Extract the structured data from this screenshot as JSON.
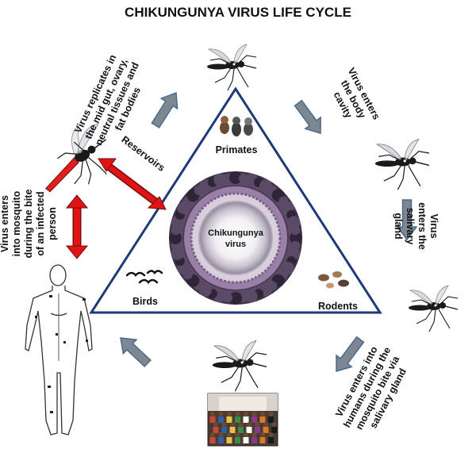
{
  "title": "CHIKUNGUNYA VIRUS LIFE CYCLE",
  "center": {
    "virus_line1": "Chikungunya",
    "virus_line2": "virus"
  },
  "triangle_labels": {
    "primates": "Primates",
    "birds": "Birds",
    "rodents": "Rodents"
  },
  "reservoirs": "Reservoirs",
  "steps": {
    "replicates": [
      "Virus replicates in",
      "the mid gut, ovary,",
      "neutral tissues and",
      "fat bodies"
    ],
    "body_cavity": [
      "Virus enters",
      "the body",
      "cavity"
    ],
    "salivary": [
      "Virus",
      "enters the",
      "salivary",
      "gland"
    ],
    "humans": [
      "Virus enters into",
      "humans during the",
      "mosquito bite via",
      "salivary gland"
    ],
    "infected": [
      "Virus enters",
      "into mosquito",
      "during the bite",
      "of an infected",
      "person"
    ]
  },
  "colors": {
    "grey_arrow": "#7d8792",
    "grey_arrow_edge": "#4a6a8c",
    "red_arrow": "#e01414",
    "triangle_edge": "#1e3a78",
    "mosquito": "#1a1a1a"
  },
  "icons": {
    "mosquito": "mosquito-icon",
    "human": "human-outline-icon",
    "crowd_photo": "crowd-photo",
    "virus": "virus-particle-icon"
  }
}
